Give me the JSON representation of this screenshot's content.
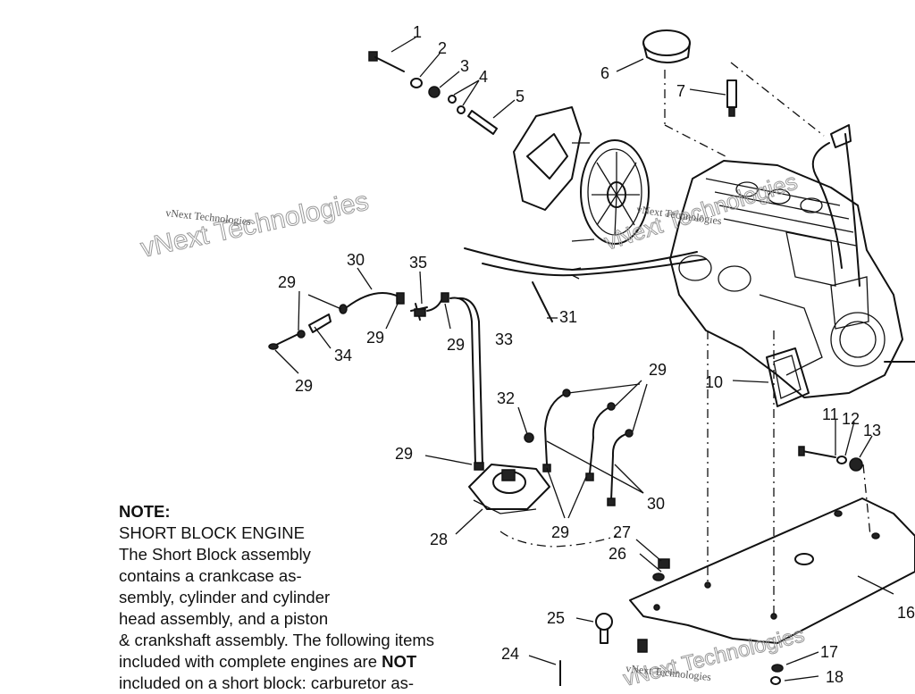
{
  "callouts": {
    "c1": "1",
    "c2": "2",
    "c3": "3",
    "c4": "4",
    "c5": "5",
    "c6": "6",
    "c7": "7",
    "c10": "10",
    "c11": "11",
    "c12": "12",
    "c13": "13",
    "c16": "16",
    "c17": "17",
    "c18": "18",
    "c24": "24",
    "c25": "25",
    "c26": "26",
    "c27": "27",
    "c28": "28",
    "c29a": "29",
    "c29b": "29",
    "c29c": "29",
    "c29d": "29",
    "c29e": "29",
    "c29f": "29",
    "c29g": "29",
    "c30a": "30",
    "c30b": "30",
    "c31": "31",
    "c32": "32",
    "c33": "33",
    "c34": "34",
    "c35": "35"
  },
  "watermark": {
    "big": "vNext Technologies",
    "small": "vNext Technologies"
  },
  "note": {
    "title": "NOTE:",
    "l1": "SHORT BLOCK ENGINE",
    "l2": "The Short Block assembly",
    "l3": "contains a crankcase as-",
    "l4": "sembly, cylinder and cylinder",
    "l5": "head assembly, and a piston",
    "l6": "& crankshaft assembly.  The following items",
    "l7a": "included with complete engines are ",
    "l7b": "NOT",
    "l8": "included on a short block:  carburetor as-"
  }
}
